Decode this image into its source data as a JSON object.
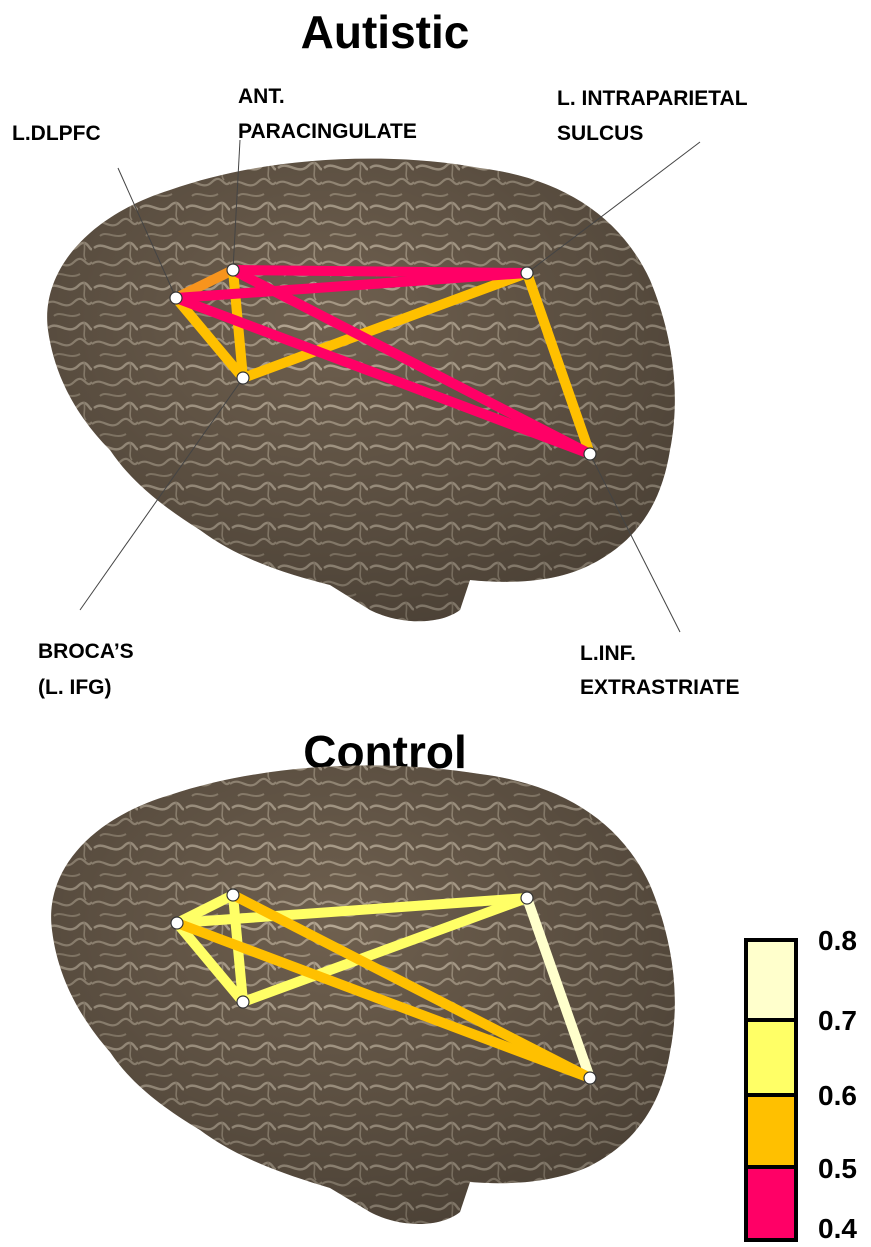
{
  "panels": [
    {
      "title": "Autistic",
      "edges": [
        {
          "from": "dlpfc",
          "to": "paracingulate",
          "value": 0.5,
          "color": "#F7941D"
        },
        {
          "from": "dlpfc",
          "to": "broca",
          "value": 0.5,
          "color": "#FFC000"
        },
        {
          "from": "paracingulate",
          "to": "broca",
          "value": 0.5,
          "color": "#FFC000"
        },
        {
          "from": "broca",
          "to": "intraparietal",
          "value": 0.5,
          "color": "#FFC000"
        },
        {
          "from": "intraparietal",
          "to": "extrastriate",
          "value": 0.5,
          "color": "#FFC000"
        },
        {
          "from": "dlpfc",
          "to": "intraparietal",
          "value": 0.4,
          "color": "#FF0066"
        },
        {
          "from": "paracingulate",
          "to": "intraparietal",
          "value": 0.4,
          "color": "#FF0066"
        },
        {
          "from": "dlpfc",
          "to": "extrastriate",
          "value": 0.4,
          "color": "#FF0066"
        },
        {
          "from": "paracingulate",
          "to": "extrastriate",
          "value": 0.4,
          "color": "#FF0066"
        }
      ]
    },
    {
      "title": "Control",
      "edges": [
        {
          "from": "dlpfc",
          "to": "paracingulate",
          "value": 0.6,
          "color": "#FFFF66"
        },
        {
          "from": "dlpfc",
          "to": "broca",
          "value": 0.6,
          "color": "#FFFF66"
        },
        {
          "from": "paracingulate",
          "to": "broca",
          "value": 0.6,
          "color": "#FFFF66"
        },
        {
          "from": "dlpfc",
          "to": "intraparietal",
          "value": 0.6,
          "color": "#FFFF66"
        },
        {
          "from": "broca",
          "to": "intraparietal",
          "value": 0.6,
          "color": "#FFFF66"
        },
        {
          "from": "intraparietal",
          "to": "extrastriate",
          "value": 0.7,
          "color": "#FFFFCC"
        },
        {
          "from": "paracingulate",
          "to": "extrastriate",
          "value": 0.5,
          "color": "#FFC000"
        },
        {
          "from": "dlpfc",
          "to": "extrastriate",
          "value": 0.5,
          "color": "#FFC000"
        }
      ]
    }
  ],
  "region_labels": {
    "dlpfc": "L.DLPFC",
    "paracingulate_1": "ANT.",
    "paracingulate_2": "PARACINGULATE",
    "intraparietal_1": "L. INTRAPARIETAL",
    "intraparietal_2": "SULCUS",
    "broca_1": "BROCA’S",
    "broca_2": "(L. IFG)",
    "extrastriate_1": "L.INF.",
    "extrastriate_2": "EXTRASTRIATE"
  },
  "color_scale": {
    "ticks": [
      "0.8",
      "0.7",
      "0.6",
      "0.5",
      "0.4"
    ],
    "bands": [
      {
        "range": "0.7–0.8",
        "color": "#FFFFCC"
      },
      {
        "range": "0.6–0.7",
        "color": "#FFFF66"
      },
      {
        "range": "0.5–0.6",
        "color": "#FFC000"
      },
      {
        "range": "0.4–0.5",
        "color": "#FF0066"
      }
    ]
  },
  "brain_color": "#7A6A58"
}
